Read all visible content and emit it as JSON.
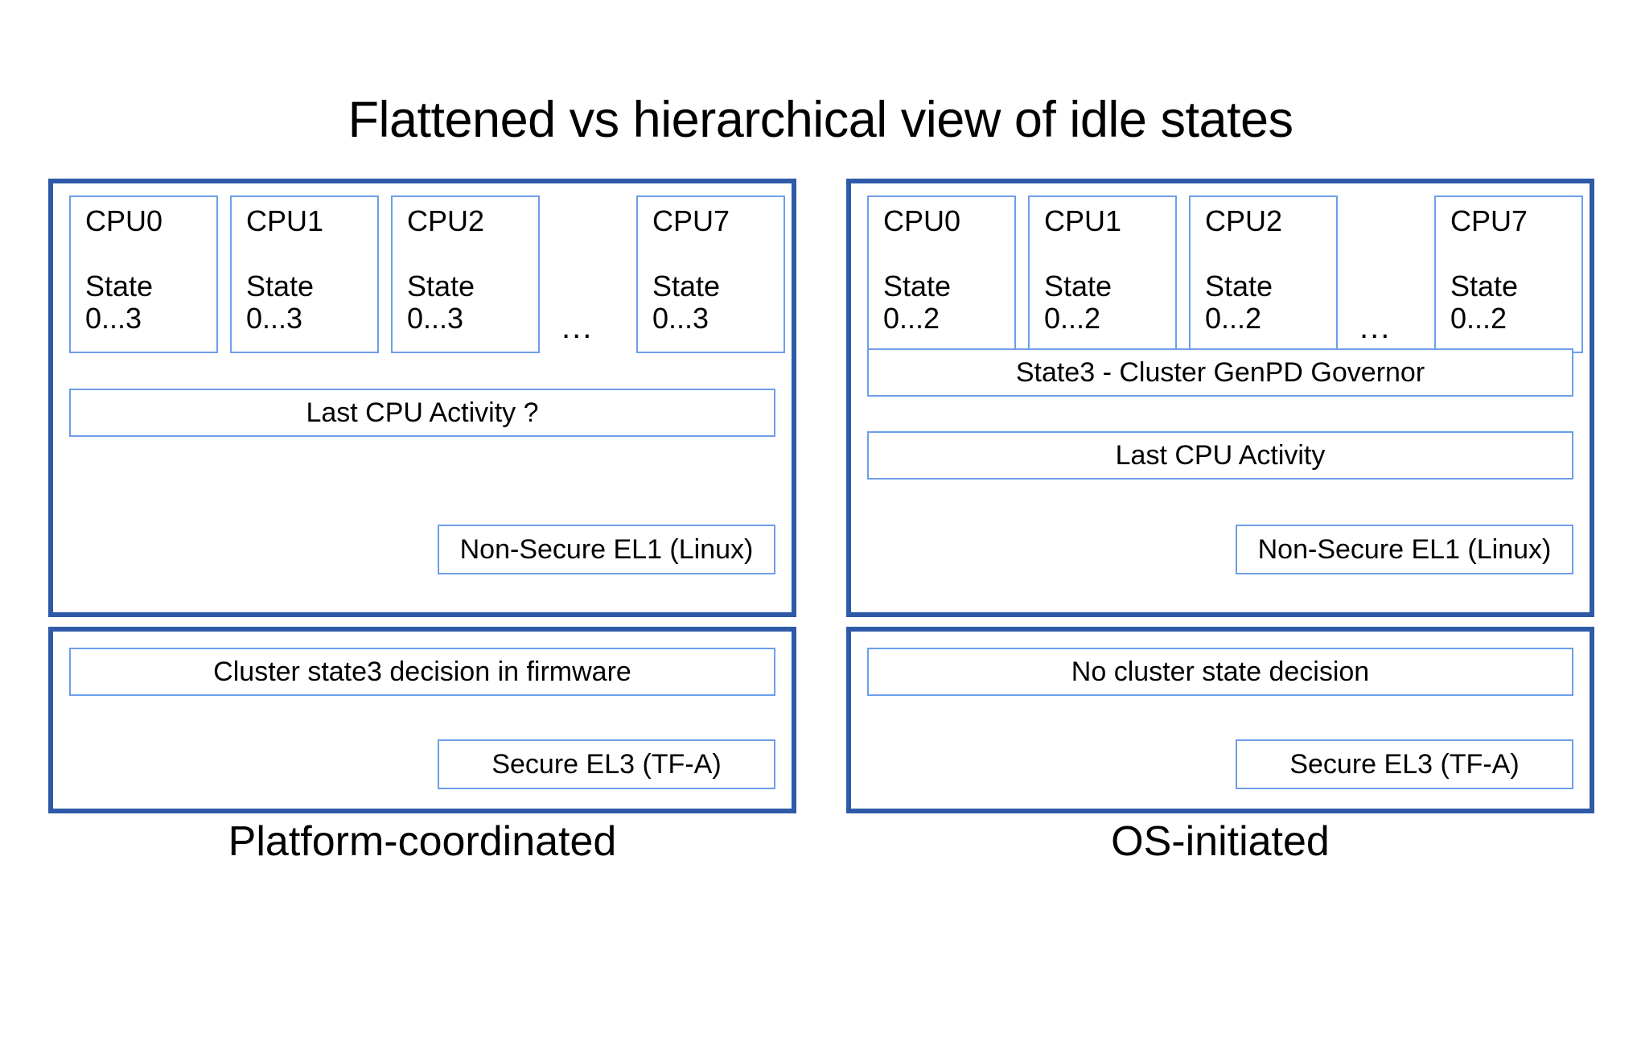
{
  "title": "Flattened vs hierarchical view of idle states",
  "colors": {
    "outer_border": "#2f5aa8",
    "inner_border": "#6d9eeb",
    "background": "#ffffff",
    "text": "#000000"
  },
  "panels": [
    {
      "id": "platform-coordinated",
      "caption": "Platform-coordinated",
      "os_layer": {
        "cpus": [
          {
            "name": "CPU0",
            "state_label": "State",
            "state_range": "0...3"
          },
          {
            "name": "CPU1",
            "state_label": "State",
            "state_range": "0...3"
          },
          {
            "name": "CPU2",
            "state_label": "State",
            "state_range": "0...3"
          },
          {
            "name": "CPU7",
            "state_label": "State",
            "state_range": "0...3"
          }
        ],
        "ellipsis": "...",
        "bars": [
          "Last CPU Activity ?"
        ],
        "layer_label": "Non-Secure EL1 (Linux)"
      },
      "fw_layer": {
        "bars": [
          "Cluster state3 decision in firmware"
        ],
        "layer_label": "Secure EL3 (TF-A)"
      }
    },
    {
      "id": "os-initiated",
      "caption": "OS-initiated",
      "os_layer": {
        "cpus": [
          {
            "name": "CPU0",
            "state_label": "State",
            "state_range": "0...2"
          },
          {
            "name": "CPU1",
            "state_label": "State",
            "state_range": "0...2"
          },
          {
            "name": "CPU2",
            "state_label": "State",
            "state_range": "0...2"
          },
          {
            "name": "CPU7",
            "state_label": "State",
            "state_range": "0...2"
          }
        ],
        "ellipsis": "...",
        "bars": [
          "State3 - Cluster GenPD Governor",
          "Last CPU Activity"
        ],
        "layer_label": "Non-Secure EL1 (Linux)"
      },
      "fw_layer": {
        "bars": [
          "No cluster state decision"
        ],
        "layer_label": "Secure EL3 (TF-A)"
      }
    }
  ]
}
